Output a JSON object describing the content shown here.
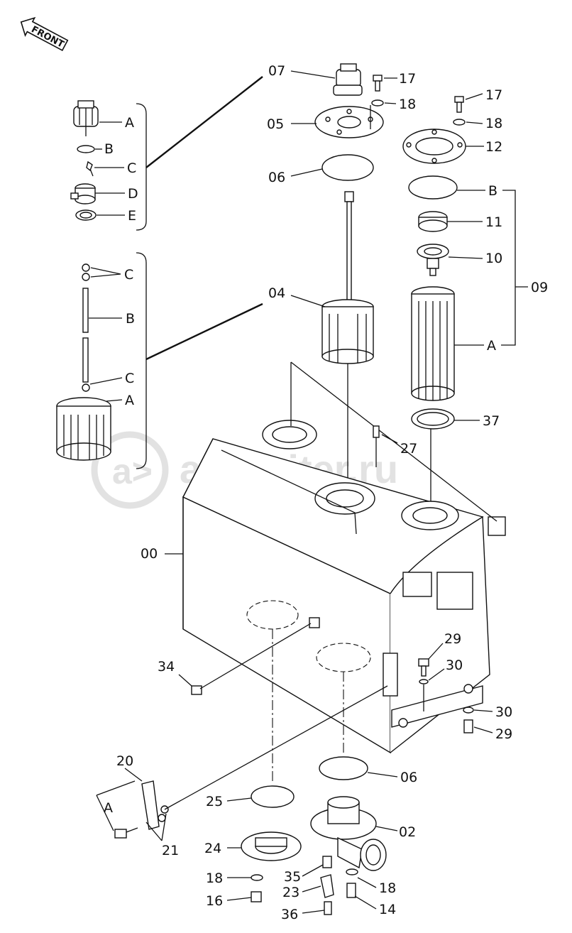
{
  "front_arrow": "FRONT",
  "watermark": "autopiter.ru",
  "callouts": {
    "c00": "00",
    "c02": "02",
    "c04": "04",
    "c05": "05",
    "c06a": "06",
    "c06b": "06",
    "c07": "07",
    "c09": "09",
    "c10": "10",
    "c11": "11",
    "c12": "12",
    "c14": "14",
    "c16": "16",
    "c17a": "17",
    "c17b": "17",
    "c18a": "18",
    "c18b": "18",
    "c18c": "18",
    "c18d": "18",
    "c20": "20",
    "c21": "21",
    "c23": "23",
    "c24": "24",
    "c25": "25",
    "c27": "27",
    "c29a": "29",
    "c29b": "29",
    "c30a": "30",
    "c30b": "30",
    "c34": "34",
    "c35": "35",
    "c36": "36",
    "c37": "37",
    "cB09": "B",
    "cA09": "A",
    "cA20": "A",
    "g07A": "A",
    "g07B": "B",
    "g07C": "C",
    "g07D": "D",
    "g07E": "E",
    "g04C1": "C",
    "g04B": "B",
    "g04C2": "C",
    "g04A": "A"
  },
  "icons": [
    "front-arrow-icon",
    "filler-cap-icon",
    "strainer-icon",
    "filter-element-icon",
    "hydraulic-tank-icon"
  ]
}
